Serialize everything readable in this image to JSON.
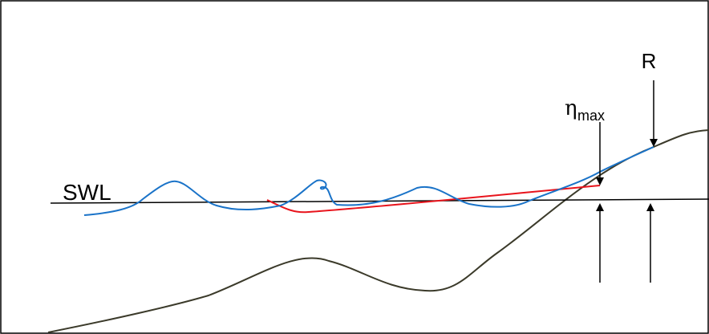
{
  "labels": {
    "swl": "SWL",
    "runup": "R",
    "setup_symbol": "η",
    "setup_subscript": "max"
  },
  "colors": {
    "frame": "#000000",
    "still_water_line": "#000000",
    "instantaneous_water_surface": "#1a73c8",
    "mean_water_level": "#e8141c",
    "bed_profile": "#3b3a2a",
    "arrows": "#000000"
  }
}
